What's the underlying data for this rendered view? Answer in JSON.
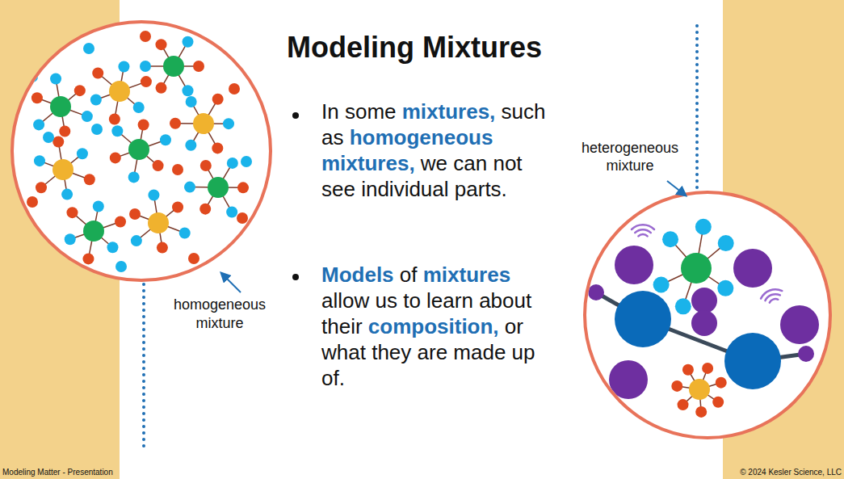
{
  "diagram": {
    "title": "Modeling Mixtures",
    "labels": [
      "In some mixtures, such as homogeneous mixtures, we can not see individual parts.",
      "Models of mixtures allow us to learn about their composition, or what they are made up of.",
      "homogeneous mixture",
      "heterogeneous mixture",
      "Modeling Matter - Presentation",
      "© 2024 Kesler Science, LLC"
    ]
  }
}
